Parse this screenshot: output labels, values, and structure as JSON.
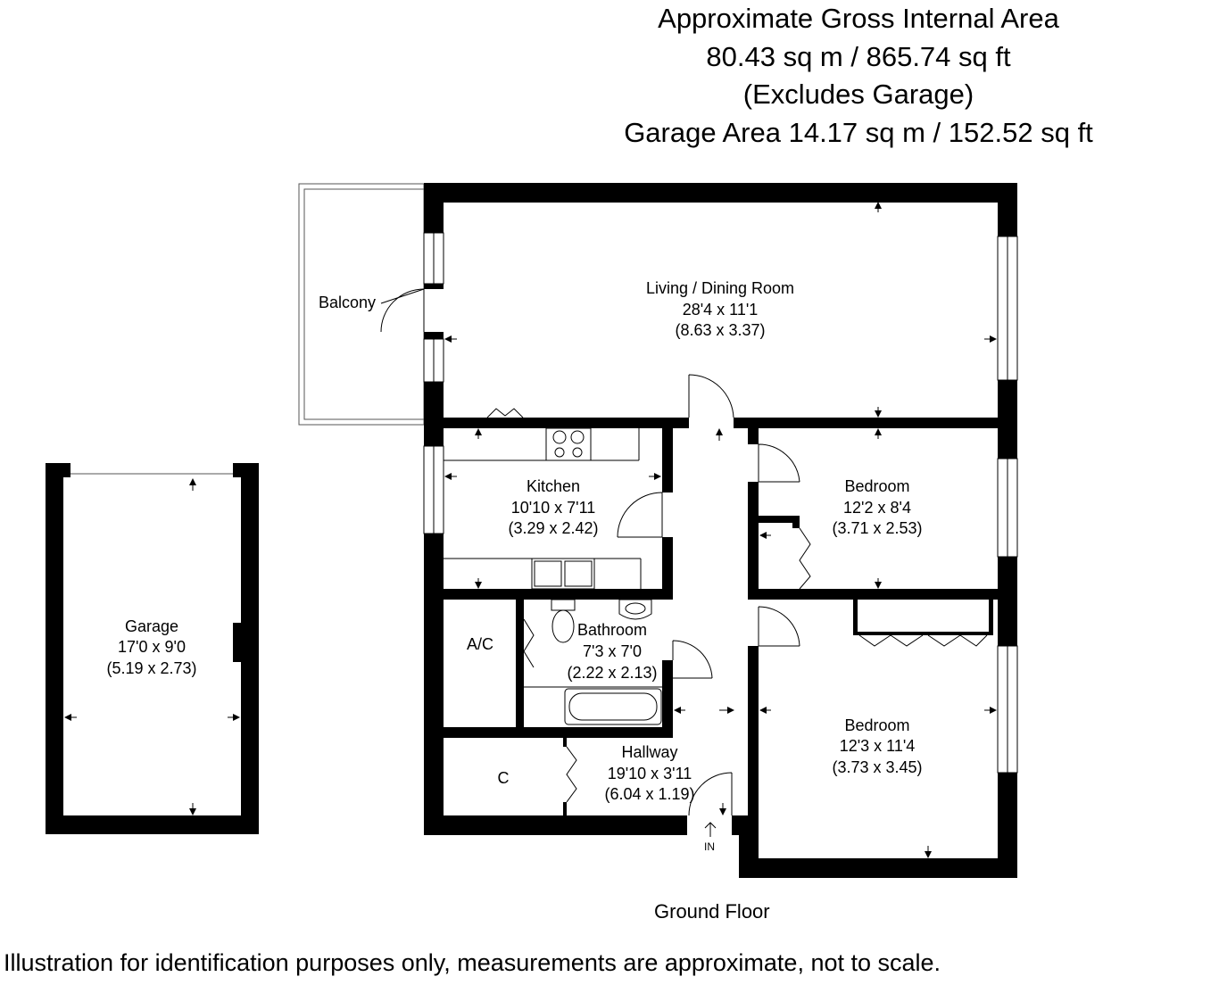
{
  "area": {
    "line1": "Approximate Gross Internal Area",
    "line2": "80.43 sq m / 865.74 sq ft",
    "line3": "(Excludes Garage)",
    "line4": "Garage Area 14.17 sq m / 152.52 sq ft"
  },
  "rooms": {
    "balcony": {
      "name": "Balcony"
    },
    "living": {
      "name": "Living / Dining Room",
      "imperial": "28'4 x 11'1",
      "metric": "(8.63 x 3.37)"
    },
    "kitchen": {
      "name": "Kitchen",
      "imperial": "10'10 x 7'11",
      "metric": "(3.29 x 2.42)"
    },
    "bedroom1": {
      "name": "Bedroom",
      "imperial": "12'2 x 8'4",
      "metric": "(3.71 x 2.53)"
    },
    "bathroom": {
      "name": "Bathroom",
      "imperial": "7'3 x 7'0",
      "metric": "(2.22 x 2.13)"
    },
    "ac": {
      "name": "A/C"
    },
    "bedroom2": {
      "name": "Bedroom",
      "imperial": "12'3 x 11'4",
      "metric": "(3.73 x 3.45)"
    },
    "hallway": {
      "name": "Hallway",
      "imperial": "19'10 x 3'11",
      "metric": "(6.04 x 1.19)"
    },
    "cupboard": {
      "name": "C"
    },
    "garage": {
      "name": "Garage",
      "imperial": "17'0 x 9'0",
      "metric": "(5.19 x 2.73)"
    }
  },
  "entrance": "IN",
  "floor_name": "Ground Floor",
  "disclaimer": "Illustration for identification purposes only, measurements are approximate, not to scale."
}
